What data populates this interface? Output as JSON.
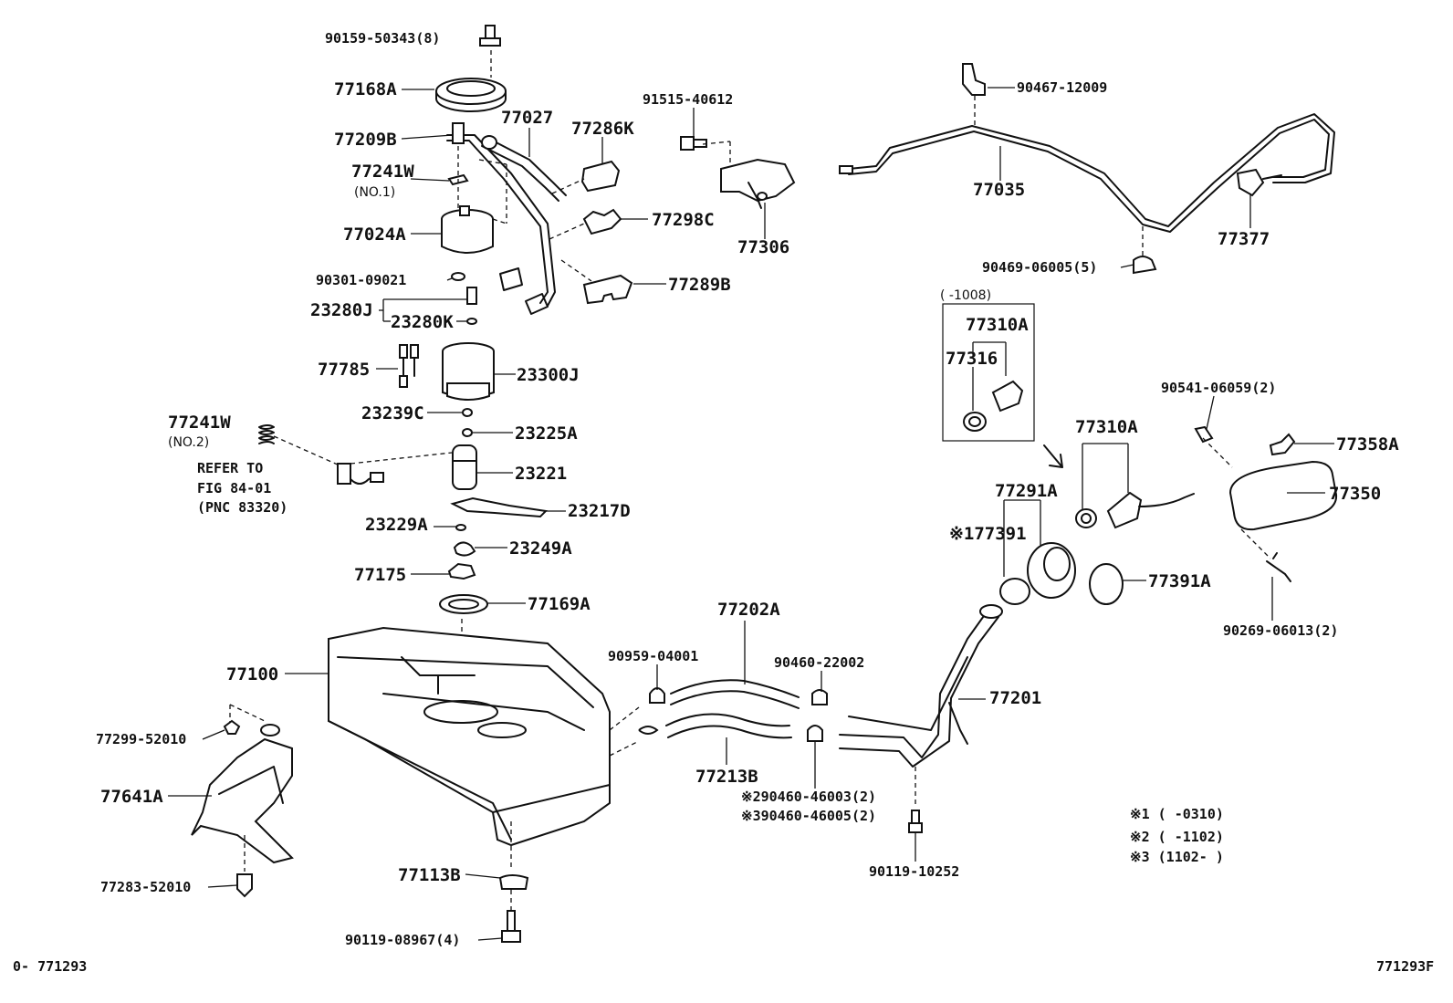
{
  "labels": {
    "p9015950343": "90159-50343(8)",
    "p77168a": "77168A",
    "p77209b": "77209B",
    "p77027": "77027",
    "p77286k": "77286K",
    "p77241w_1": "77241W",
    "no1": "(NO.1)",
    "p77024a": "77024A",
    "p77298c": "77298C",
    "p9030109021": "90301-09021",
    "p77289b": "77289B",
    "p23280j": "23280J",
    "p23280k": "23280K",
    "p77785": "77785",
    "p23300j": "23300J",
    "p23239c": "23239C",
    "p77241w_2": "77241W",
    "no2": "(NO.2)",
    "p23225a": "23225A",
    "refer1": "REFER TO",
    "refer2": "FIG 84-01",
    "refer3": "(PNC 83320)",
    "p23221": "23221",
    "p23217d": "23217D",
    "p23229a": "23229A",
    "p23249a": "23249A",
    "p77175": "77175",
    "p77169a": "77169A",
    "p77100": "77100",
    "p7729952010": "77299-52010",
    "p77641a": "77641A",
    "p7728352010": "77283-52010",
    "p77113b": "77113B",
    "p9011908967": "90119-08967(4)",
    "p9151540612": "91515-40612",
    "p77306": "77306",
    "p9046712009": "90467-12009",
    "p77035": "77035",
    "p77377": "77377",
    "p9046906005": "90469-06005(5)",
    "range1008": "(    -1008)",
    "p77310a_box": "77310A",
    "p77316": "77316",
    "p9054106059": "90541-06059(2)",
    "p77310a": "77310A",
    "p77358a": "77358A",
    "p77291a": "77291A",
    "p77350": "77350",
    "star1_77391": "※177391",
    "p77391a": "77391A",
    "p9026906013": "90269-06013(2)",
    "p77202a": "77202A",
    "p9095904001": "90959-04001",
    "p9046022002": "90460-22002",
    "p77201": "77201",
    "p77213b": "77213B",
    "star2": "※290460-46003(2)",
    "star3": "※390460-46005(2)",
    "p9011910252": "90119-10252",
    "note1": "※1 (       -0310)",
    "note2": "※2 (    -1102)",
    "note3": "※3 (1102-    )",
    "footer_left": "0- 771293",
    "footer_right": "771293F"
  }
}
